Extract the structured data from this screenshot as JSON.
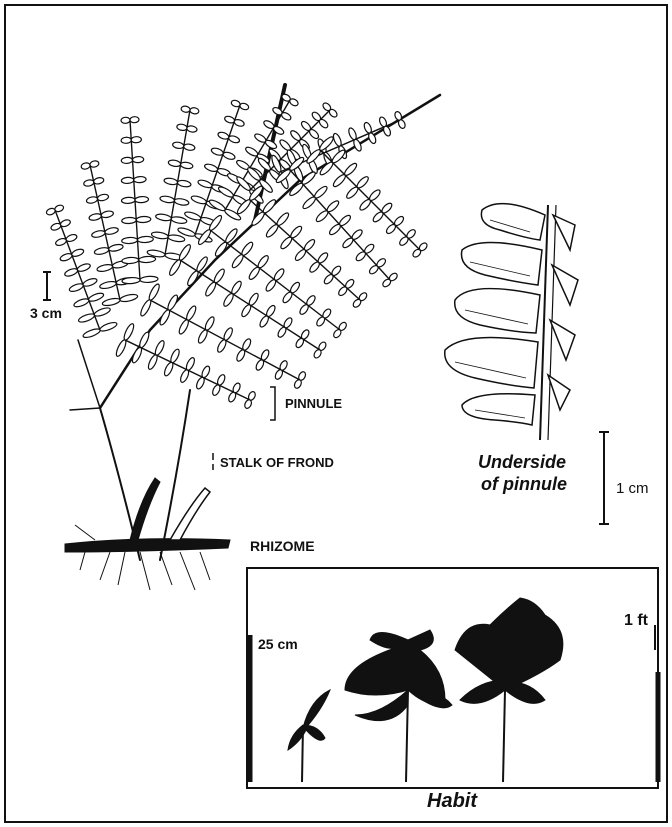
{
  "diagram": {
    "labels": {
      "scale_3cm": "3 cm",
      "pinnule": "PINNULE",
      "stalk": "STALK OF FROND",
      "rhizome": "RHIZOME",
      "underside_line1": "Underside",
      "underside_line2": "of pinnule",
      "scale_1cm": "1 cm",
      "scale_25cm": "25 cm",
      "scale_1ft": "1 ft",
      "habit": "Habit"
    },
    "colors": {
      "ink": "#111111",
      "paper": "#ffffff"
    }
  }
}
